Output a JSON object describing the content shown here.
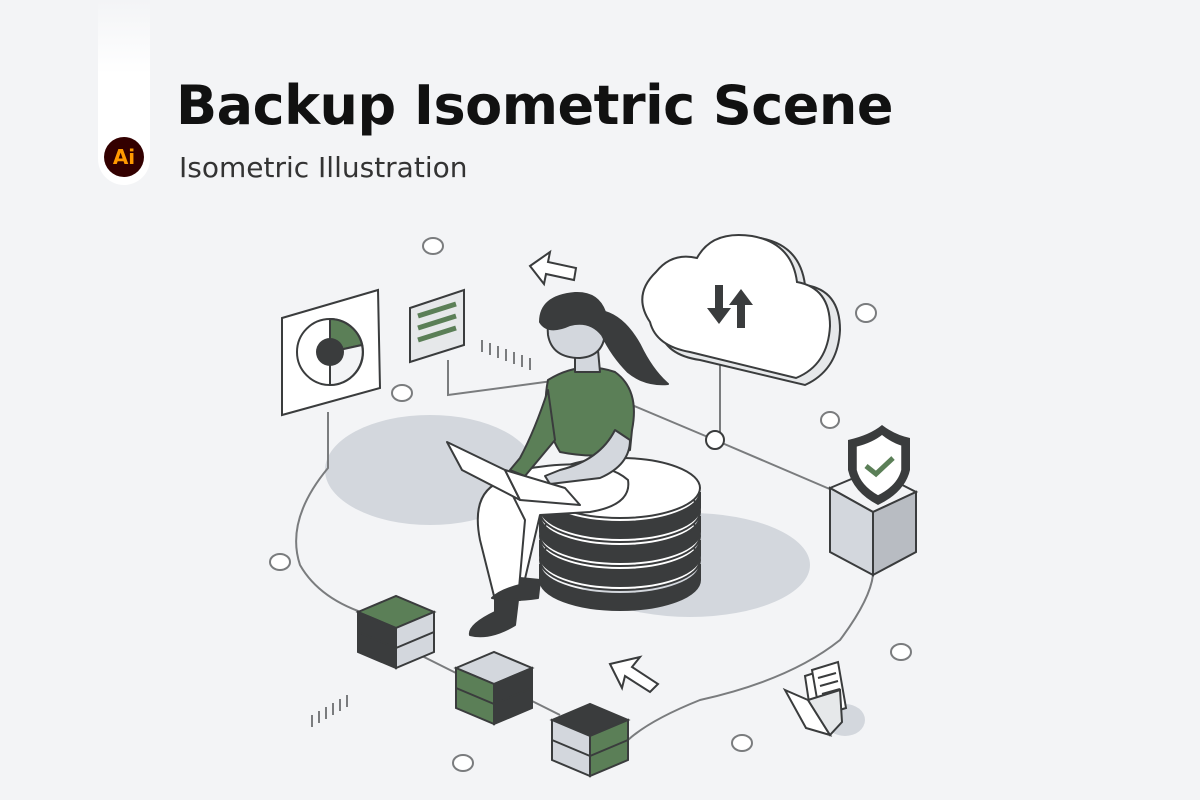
{
  "header": {
    "title": "Backup Isometric Scene",
    "subtitle": "Isometric Illustration",
    "app_badge": "Ai"
  },
  "icons": {
    "badge": "adobe-illustrator-icon",
    "cloud": "cloud-sync-icon",
    "shield": "shield-check-icon",
    "chart": "donut-chart-board-icon",
    "list": "list-card-icon",
    "database": "database-stack-icon",
    "folder": "document-folder-icon",
    "arrow": "cursor-arrow-icon"
  },
  "colors": {
    "background": "#f3f4f6",
    "accent_green": "#5b7f57",
    "dark": "#3a3c3d",
    "line": "#7a7c7e",
    "shadow": "#d3d7dd",
    "badge_bg": "#330000",
    "badge_fg": "#ff9a00"
  }
}
